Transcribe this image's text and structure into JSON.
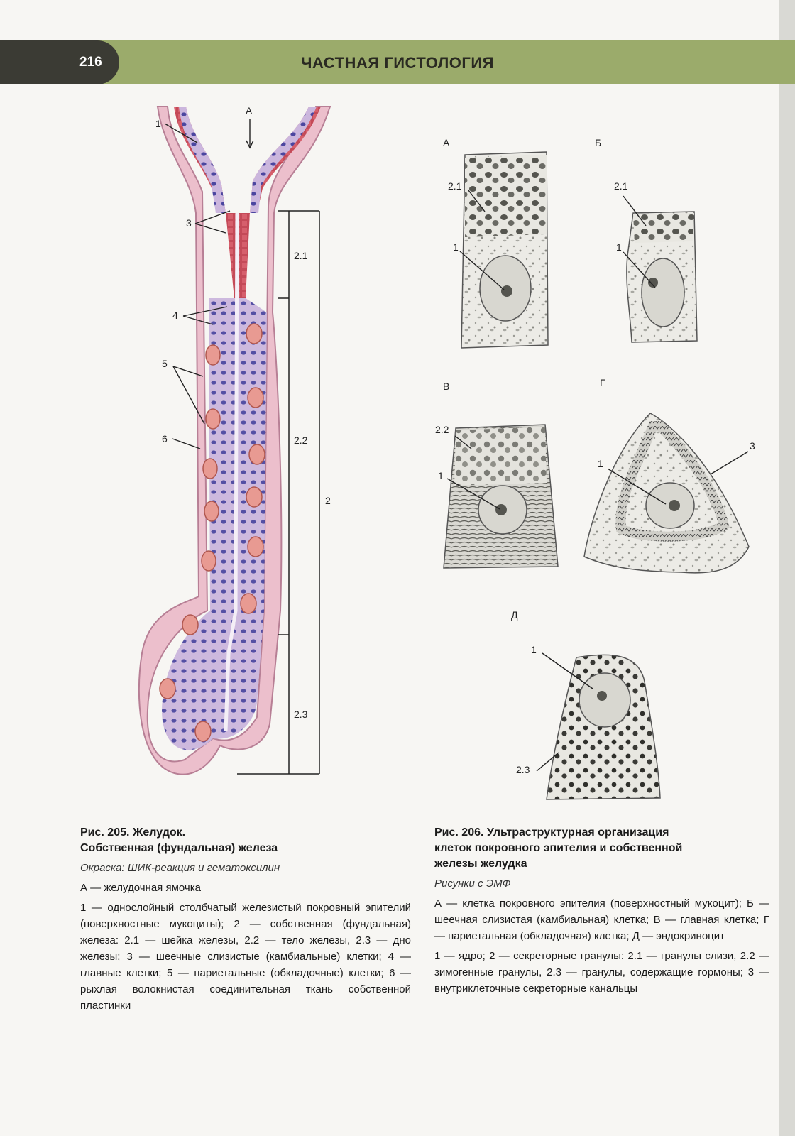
{
  "header": {
    "page_number": "216",
    "title": "ЧАСТНАЯ ГИСТОЛОГИЯ"
  },
  "fig205": {
    "labels": {
      "A": "А",
      "n1": "1",
      "n3": "3",
      "n4": "4",
      "n5": "5",
      "n6": "6",
      "s21": "2.1",
      "s22": "2.2",
      "s23": "2.3",
      "s2": "2"
    },
    "caption": {
      "title_line1": "Рис. 205. Желудок.",
      "title_line2": "Собственная (фундальная) железа",
      "stain": "Окраска: ШИК-реакция и гематоксилин",
      "legend_a": "А — желудочная ямочка",
      "legend": "1 — однослойный столбчатый железистый покровный эпителий (поверхностные мукоциты); 2 — собственная (фундальная) железа: 2.1 — шейка железы, 2.2 — тело железы, 2.3 — дно железы; 3 — шеечные слизистые (камбиальные) клетки; 4 — главные клетки; 5 — париетальные (обкладочные) клетки; 6 — рыхлая волокнистая соединительная ткань собственной пластинки"
    }
  },
  "fig206": {
    "panels": {
      "A": "А",
      "B": "Б",
      "V": "В",
      "G": "Г",
      "D": "Д"
    },
    "labels": {
      "a21": "2.1",
      "a1": "1",
      "b21": "2.1",
      "b1": "1",
      "v22": "2.2",
      "v1": "1",
      "g1": "1",
      "g3": "3",
      "d1": "1",
      "d23": "2.3"
    },
    "caption": {
      "title_line1": "Рис. 206. Ультраструктурная организация",
      "title_line2": "клеток покровного эпителия и собственной",
      "title_line3": "железы желудка",
      "source": "Рисунки с ЭМФ",
      "legend_panels": "А — клетка покровного эпителия (поверхностный мукоцит); Б — шеечная слизистая (камбиальная) клетка; В — главная клетка; Г — париетальная (обкладочная) клетка; Д — эндокриноцит",
      "legend_numbers": "1 — ядро; 2 — секреторные гранулы: 2.1 — гранулы слизи, 2.2 — зимогенные гранулы, 2.3 — гранулы, содержащие гормоны; 3 — внутриклеточные секреторные канальцы"
    }
  },
  "colors": {
    "header_band": "#9bab6b",
    "page_num_tab": "#3b3b34",
    "tissue_pink": "#e9b8c6",
    "mucus_red": "#c8404e",
    "nucleus_blue": "#4a4aa0",
    "gland_lilac": "#b9a8d8"
  }
}
